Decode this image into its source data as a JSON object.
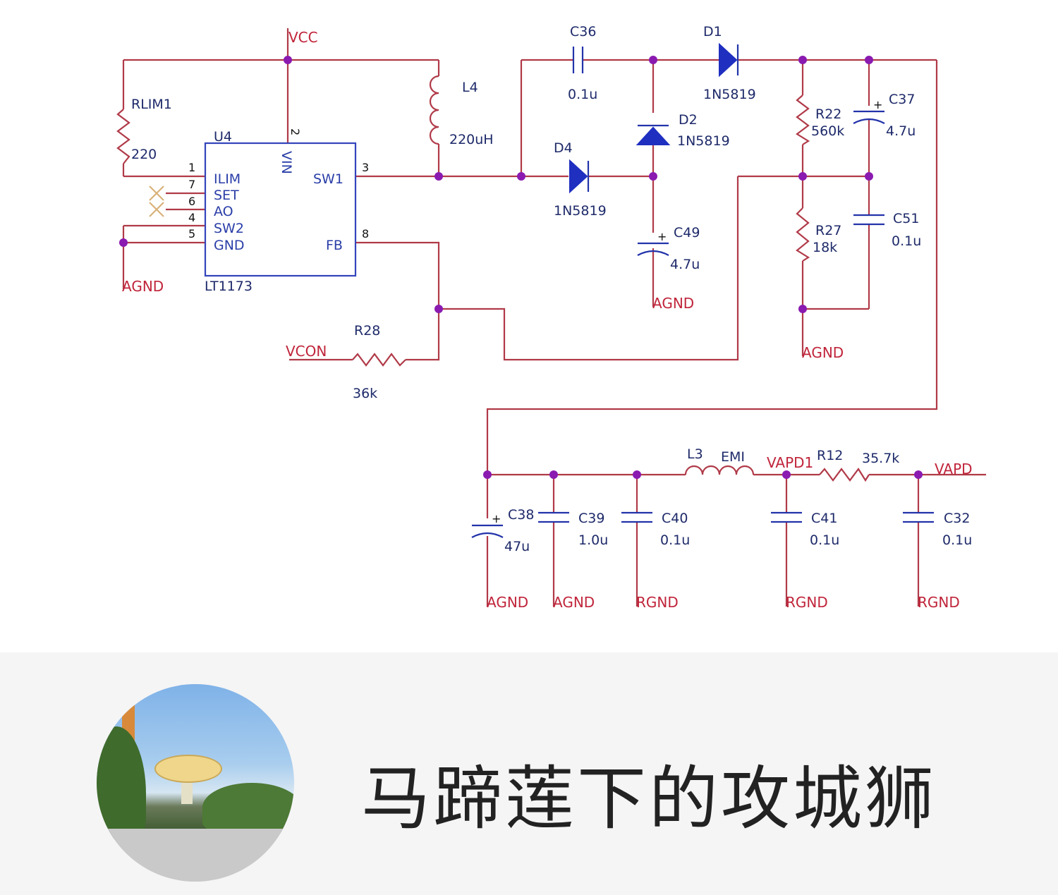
{
  "schematic": {
    "nets": {
      "vcc": "VCC",
      "agnd": "AGND",
      "rgnd": "RGND",
      "vcon": "VCON",
      "vapd1": "VAPD1",
      "vapd": "VAPD"
    },
    "ic": {
      "ref": "U4",
      "part": "LT1173",
      "pins": {
        "ilim": "ILIM",
        "set": "SET",
        "ao": "AO",
        "sw2": "SW2",
        "gnd": "GND",
        "vin": "VIN",
        "sw1": "SW1",
        "fb": "FB"
      },
      "pin_numbers": {
        "ilim": "1",
        "set": "7",
        "ao": "6",
        "a4": "4",
        "sw2": "5",
        "vin": "2",
        "sw1": "3",
        "fb": "8"
      }
    },
    "components": {
      "rlim1": {
        "ref": "RLIM1",
        "value": "220"
      },
      "l4": {
        "ref": "L4",
        "value": "220uH"
      },
      "c36": {
        "ref": "C36",
        "value": "0.1u"
      },
      "d1": {
        "ref": "D1",
        "value": "1N5819"
      },
      "d2": {
        "ref": "D2",
        "value": "1N5819"
      },
      "d4": {
        "ref": "D4",
        "value": "1N5819"
      },
      "c49": {
        "ref": "C49",
        "value": "4.7u"
      },
      "r22": {
        "ref": "R22",
        "value": "560k"
      },
      "c37": {
        "ref": "C37",
        "value": "4.7u"
      },
      "r27": {
        "ref": "R27",
        "value": "18k"
      },
      "c51": {
        "ref": "C51",
        "value": "0.1u"
      },
      "r28": {
        "ref": "R28",
        "value": "36k"
      },
      "l3": {
        "ref": "L3",
        "value": "EMI"
      },
      "r12": {
        "ref": "R12",
        "value": "35.7k"
      },
      "c38": {
        "ref": "C38",
        "value": "47u"
      },
      "c39": {
        "ref": "C39",
        "value": "1.0u"
      },
      "c40": {
        "ref": "C40",
        "value": "0.1u"
      },
      "c41": {
        "ref": "C41",
        "value": "0.1u"
      },
      "c32": {
        "ref": "C32",
        "value": "0.1u"
      }
    }
  },
  "footer": {
    "author_name": "马蹄莲下的攻城狮"
  },
  "colors": {
    "wire": "#b03a48",
    "component": "#2233aa",
    "net_label": "#c0243a",
    "junction": "#8a1ab0"
  }
}
